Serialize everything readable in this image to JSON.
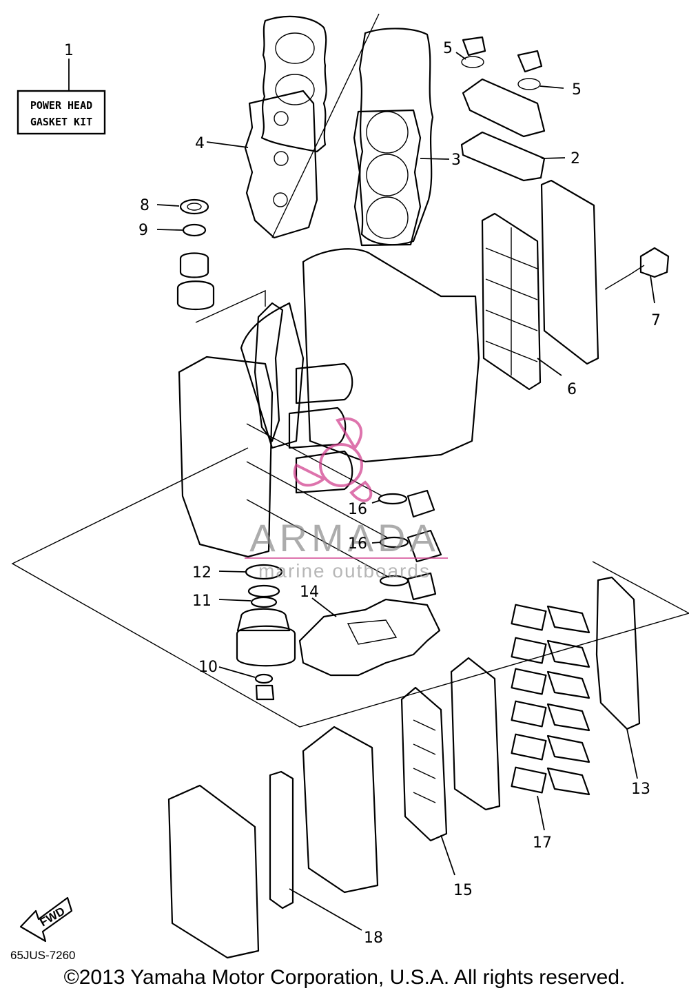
{
  "kit_box": {
    "line1": "POWER HEAD",
    "line2": "GASKET KIT"
  },
  "callouts": {
    "c1": "1",
    "c2": "2",
    "c3": "3",
    "c4": "4",
    "c5a": "5",
    "c5b": "5",
    "c6": "6",
    "c7": "7",
    "c8": "8",
    "c9": "9",
    "c10": "10",
    "c11": "11",
    "c12": "12",
    "c13": "13",
    "c14": "14",
    "c15": "15",
    "c16a": "16",
    "c16b": "16",
    "c17": "17",
    "c18": "18"
  },
  "fwd_label": "FWD",
  "diagram_code": "65JUS-7260",
  "watermark": {
    "brand": "ARMADA",
    "tagline": "marine outboards",
    "accent": "#d0398a"
  },
  "copyright": "©2013 Yamaha Motor Corporation, U.S.A. All rights reserved."
}
